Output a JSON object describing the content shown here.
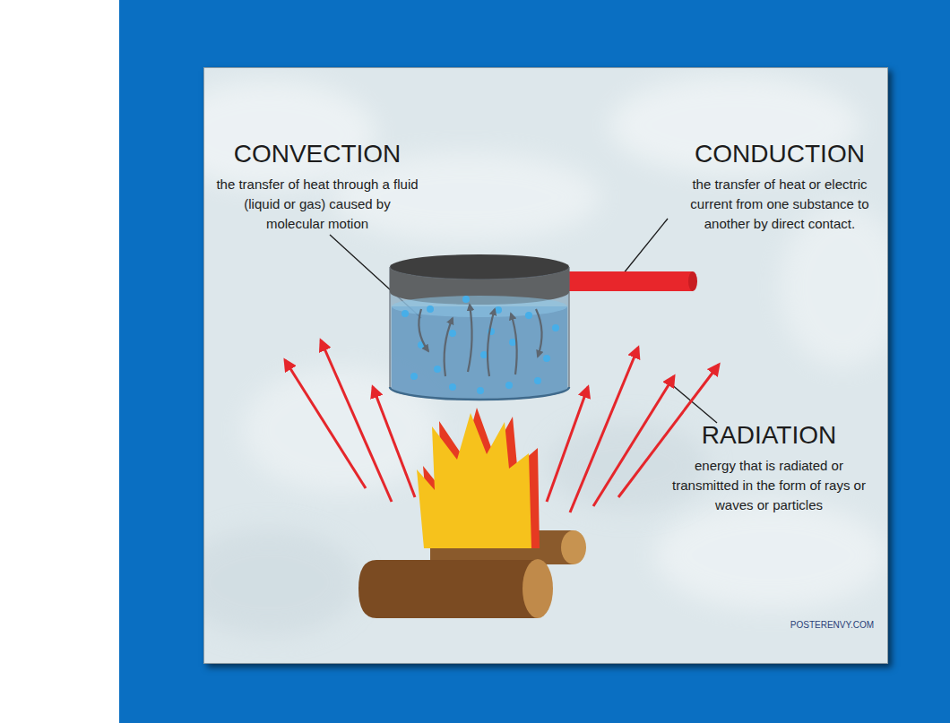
{
  "diagram": {
    "labels": [
      "CONVECTION",
      "the transfer of heat through a fluid (liquid or gas) caused by molecular motion",
      "CONDUCTION",
      "the transfer of heat or electric current from one substance to another by direct contact.",
      "RADIATION",
      "energy that is radiated or transmitted in the form of rays or waves or particles",
      "POSTERENVY.COM"
    ]
  }
}
